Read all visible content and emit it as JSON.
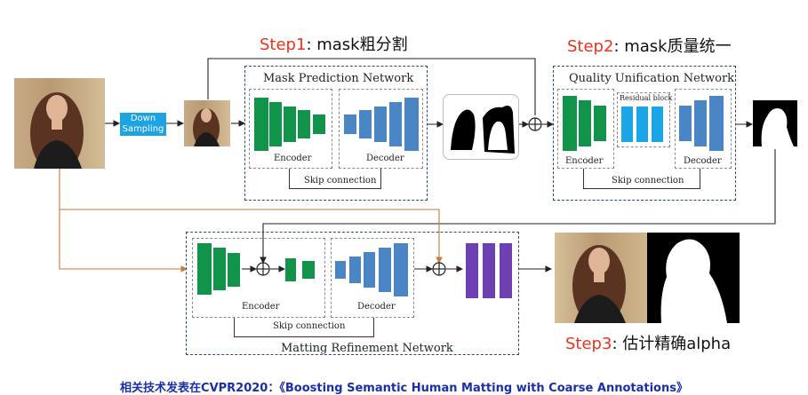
{
  "steps": {
    "step1": {
      "prefix": "Step1",
      "text": ": mask粗分割"
    },
    "step2": {
      "prefix": "Step2",
      "text": ": mask质量统一"
    },
    "step3": {
      "prefix": "Step3",
      "text": ": 估计精确alpha"
    }
  },
  "down_sampling": {
    "line1": "Down",
    "line2": "Sampling"
  },
  "mask_prediction": {
    "title": "Mask Prediction Network",
    "encoder": "Encoder",
    "decoder": "Decoder",
    "skip": "Skip connection"
  },
  "quality_unification": {
    "title": "Quality Unification Network",
    "residual": "Residual block",
    "encoder": "Encoder",
    "decoder": "Decoder",
    "skip": "Skip connection"
  },
  "matting_refinement": {
    "title": "Matting Refinement Network",
    "encoder": "Encoder",
    "decoder": "Decoder",
    "skip": "Skip connection"
  },
  "colors": {
    "encoder": "#12934a",
    "decoder": "#4a86c5",
    "residual": "#1aa6e6",
    "output": "#6d3fb0",
    "step_accent": "#e8341c",
    "footer": "#1a2fa8",
    "network_border": "#2e4a7a",
    "feedback_line": "#c87a3a"
  },
  "footer": "相关技术发表在CVPR2020：《Boosting Semantic Human Matting with Coarse Annotations》"
}
